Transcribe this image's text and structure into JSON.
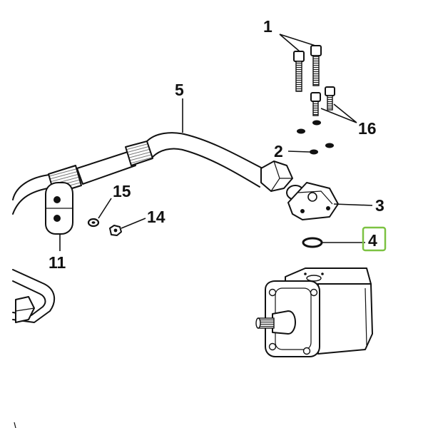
{
  "diagram": {
    "callouts": {
      "c1": "1",
      "c2": "2",
      "c3": "3",
      "c4": "4",
      "c5": "5",
      "c11": "11",
      "c14": "14",
      "c15": "15",
      "c16": "16"
    },
    "highlighted_callout": "4",
    "colors": {
      "highlight": "#7cc242",
      "ink": "#111111",
      "hatch": "#555555",
      "background": "#ffffff"
    }
  }
}
